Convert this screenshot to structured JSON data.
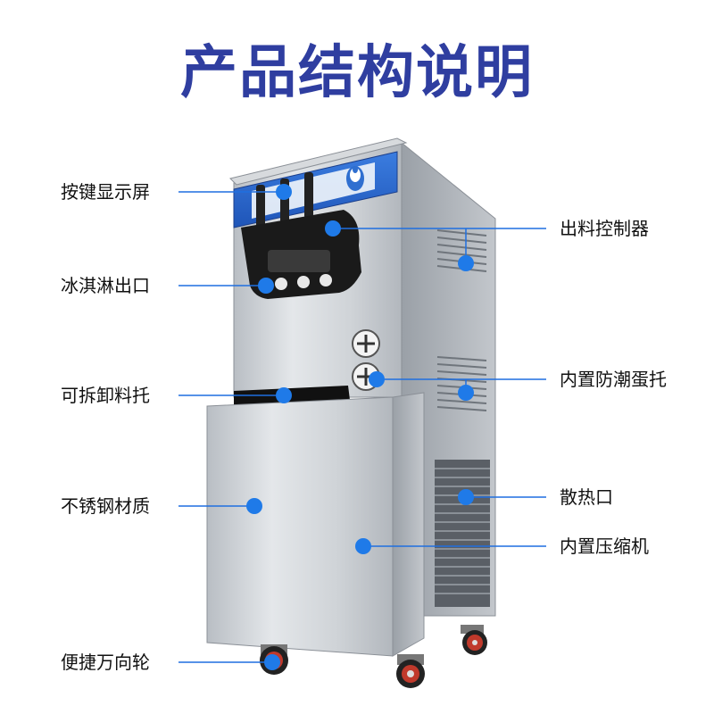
{
  "title": "产品结构说明",
  "colors": {
    "title": "#2f3ea0",
    "callout_line": "#1f6fe0",
    "callout_dot": "#1f7ae8",
    "steel": "#c9cdd2",
    "panel": "#2f6fd0"
  },
  "callouts": [
    {
      "id": "keypad-display",
      "label": "按键显示屏"
    },
    {
      "id": "ice-cream-outlet",
      "label": "冰淇淋出口"
    },
    {
      "id": "removable-tray",
      "label": "可拆卸料托"
    },
    {
      "id": "stainless-steel",
      "label": "不锈钢材质"
    },
    {
      "id": "universal-wheels",
      "label": "便捷万向轮"
    },
    {
      "id": "dispense-controller",
      "label": "出料控制器"
    },
    {
      "id": "moisture-proof-cone-holder",
      "label": "内置防潮蛋托"
    },
    {
      "id": "heat-vent",
      "label": "散热口"
    },
    {
      "id": "built-in-compressor",
      "label": "内置压缩机"
    }
  ]
}
